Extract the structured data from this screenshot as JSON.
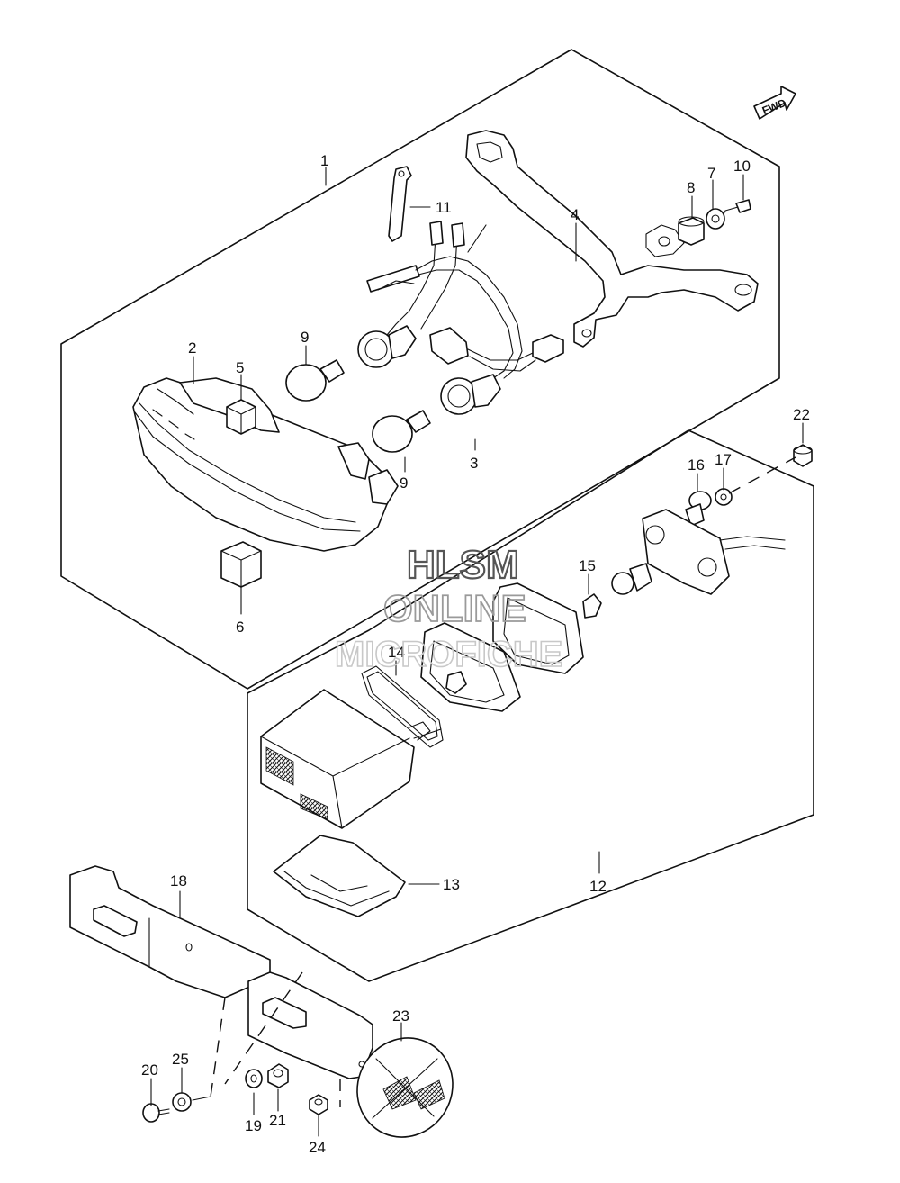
{
  "watermark": {
    "line1": "HLSM",
    "line2": "ONLINE",
    "line3": "MICROFICHE"
  },
  "direction_badge": "FWD",
  "callouts": {
    "c1": "1",
    "c2": "2",
    "c3": "3",
    "c4": "4",
    "c5": "5",
    "c6": "6",
    "c7": "7",
    "c8": "8",
    "c9a": "9",
    "c9b": "9",
    "c10": "10",
    "c11": "11",
    "c12": "12",
    "c13": "13",
    "c14": "14",
    "c15": "15",
    "c16": "16",
    "c17": "17",
    "c18": "18",
    "c19": "19",
    "c20": "20",
    "c21": "21",
    "c22": "22",
    "c23": "23",
    "c24": "24",
    "c25": "25"
  }
}
